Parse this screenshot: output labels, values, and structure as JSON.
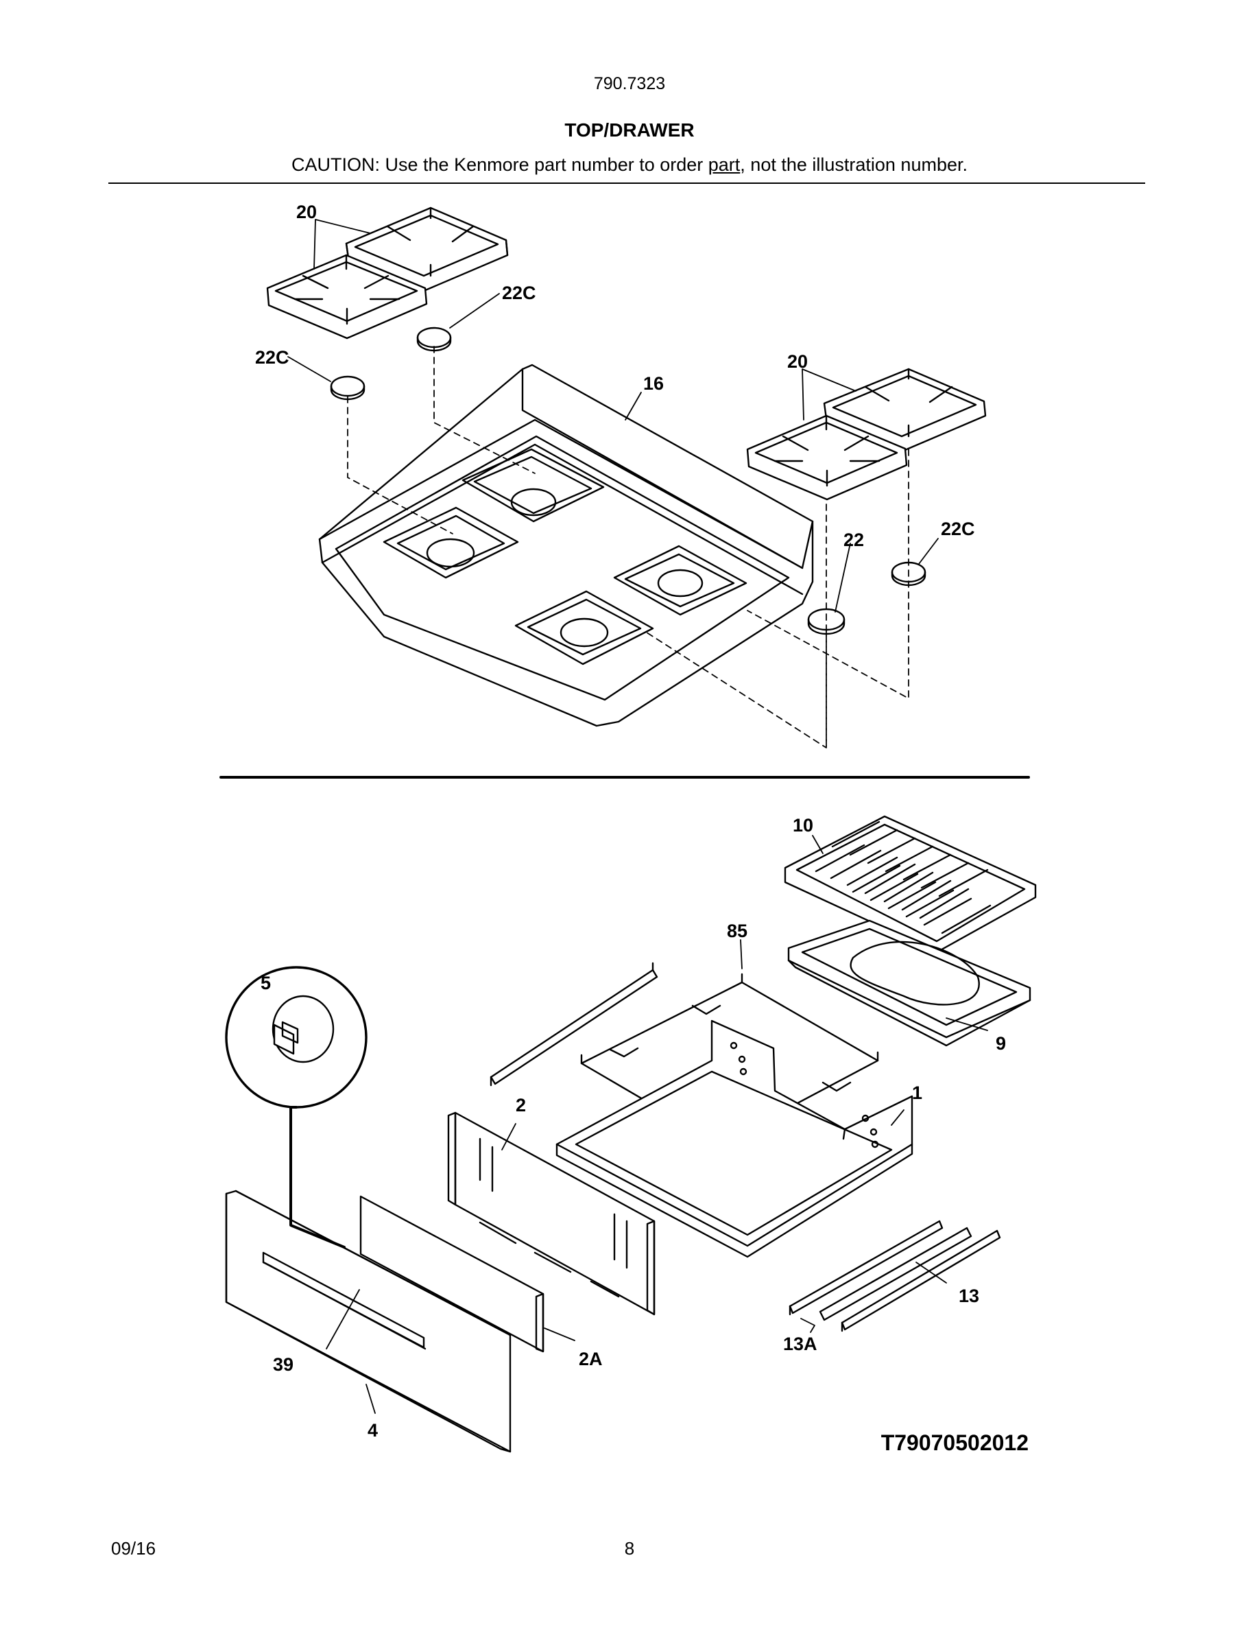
{
  "header": {
    "model_number": "790.7323",
    "section_title": "TOP/DRAWER",
    "caution": {
      "prefix": "CAUTION: Use the Kenmore part number to order ",
      "underlined": "part",
      "suffix": ", not the illustration number."
    }
  },
  "top_callouts": {
    "grate_left": "20",
    "cap_left_upper": "22C",
    "cap_left_lower": "22C",
    "grate_right": "20",
    "cooktop": "16",
    "cap_right_22": "22",
    "cap_right_22c": "22C"
  },
  "drawer_callouts": {
    "broiler_grid": "10",
    "rack": "85",
    "knob_detail": "5",
    "broiler_pan": "9",
    "drawer_body": "1",
    "drawer_front_panel": "2",
    "side_bracket": "2A",
    "handle": "39",
    "drawer_front": "4",
    "slide_rail": "13",
    "slide_rail_a": "13A"
  },
  "diagram_code": "T79070502012",
  "footer": {
    "date": "09/16",
    "page_number": "8"
  }
}
